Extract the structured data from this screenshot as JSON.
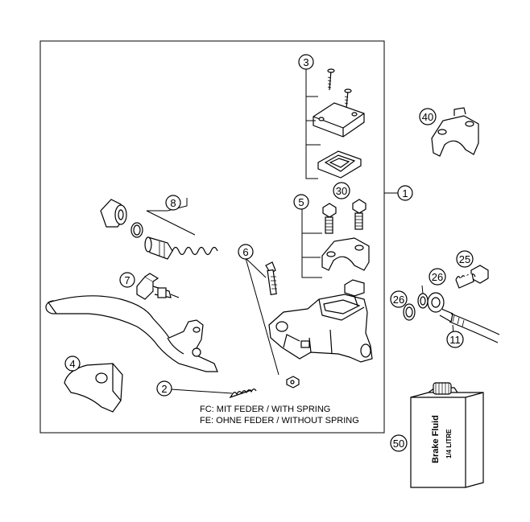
{
  "callouts": {
    "c1": "1",
    "c2": "2",
    "c3": "3",
    "c4": "4",
    "c5": "5",
    "c6": "6",
    "c7": "7",
    "c8": "8",
    "c11": "11",
    "c25": "25",
    "c26a": "26",
    "c26b": "26",
    "c30": "30",
    "c40": "40",
    "c50": "50"
  },
  "legend": {
    "fc": "FC:  MIT FEDER / WITH SPRING",
    "fe": "FE:  OHNE FEDER / WITHOUT SPRING"
  },
  "jug": {
    "line1": "Brake Fluid",
    "line2": "1/4 LITRE"
  },
  "colors": {
    "stroke": "#000000",
    "fill": "#ffffff"
  }
}
